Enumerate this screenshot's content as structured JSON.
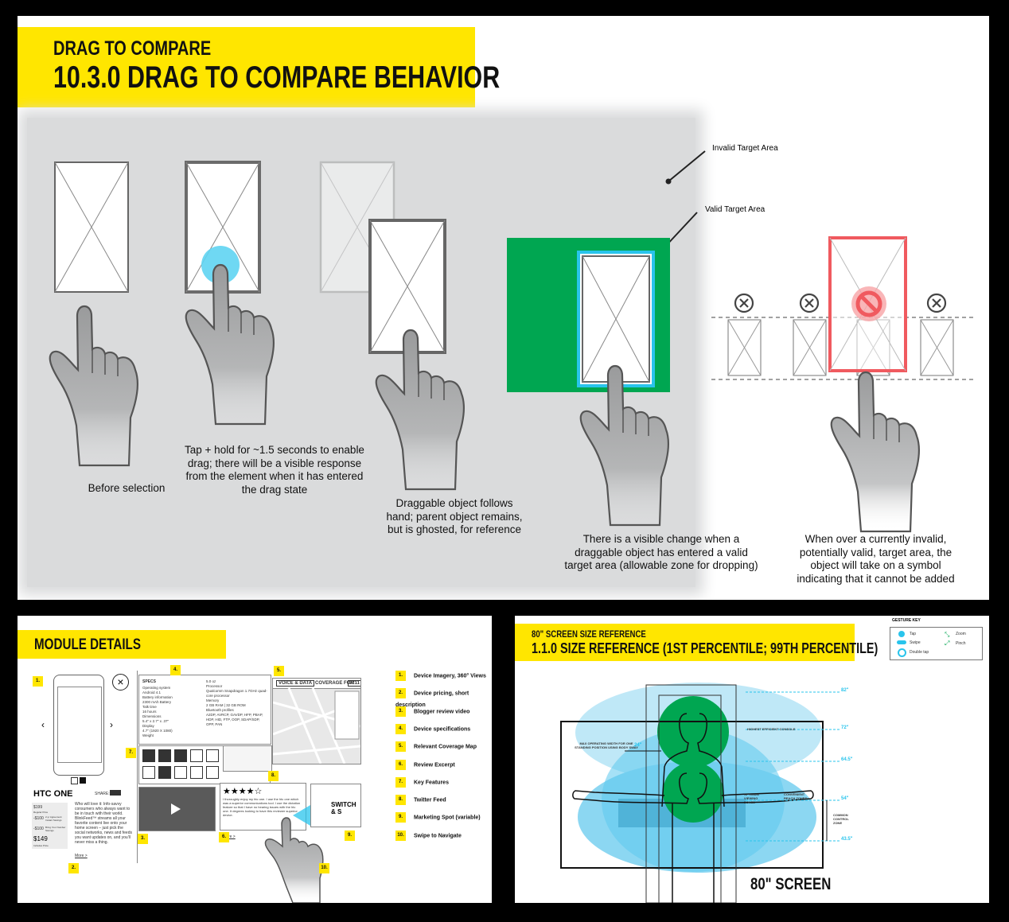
{
  "top": {
    "subtitle": "DRAG TO COMPARE",
    "title": "10.3.0  DRAG TO COMPARE BEHAVIOR",
    "callouts": {
      "invalid": "Invalid Target Area",
      "valid": "Valid Target Area"
    },
    "captions": [
      "Before selection",
      "Tap + hold for ~1.5 seconds to enable drag; there will be a visible response from the element when it has entered the drag state",
      "Draggable object follows hand; parent object remains, but is ghosted, for reference",
      "There is a visible change when a draggable object has entered a valid target area (allowable zone for dropping)",
      "When over a currently invalid, potentially valid, target area, the object will take on a symbol indicating that it cannot be added"
    ],
    "colors": {
      "accent": "#ffe600",
      "valid": "#00a651",
      "highlight": "#29c4ec",
      "invalid": "#f05a5f"
    }
  },
  "module": {
    "title": "MODULE DETAILS",
    "phone_name": "HTC ONE",
    "share_label": "SHARE:",
    "prices": [
      "$199",
      "-$100",
      "-$100",
      "$149"
    ],
    "price_notes": [
      "Regular Price",
      "2-yr Agreement Instant Savings",
      "Bring Your Number Savings",
      "Includes Price"
    ],
    "blurb": "Who will love it: Info-savvy consumers who always want to be in touch with their world. BlinkFeed™ streams all your favorite content live onto your home screen – just pick the social networks, news and feeds you want updates on, and you'll never miss a thing.",
    "more": "More >",
    "specs_header": "SPECS",
    "specs_left": [
      "Operating system",
      "Android 4.1",
      "Battery information",
      "2300 mAh Battery",
      "Talk time",
      "16 hours",
      "Dimensions",
      "5.4\" x 2.7\" x .37\"",
      "Display",
      "4.7\" (1920 X 1080)",
      "Weight"
    ],
    "specs_right": [
      "5.0 oz",
      "Processor",
      "Qualcomm Snapdragon 1.7GHz quad-core processor",
      "Memory",
      "2 GB RAM | 32 GB ROM",
      "Bluetooth profiles",
      "A2DP, AVRCP, GAVDP, HFP, PBAP, HDP, HID, FTP, OOP, SDAP/SDP, OPP, PAN"
    ],
    "coverage_tab1": "VOICE & DATA",
    "coverage_tab2": "COVERAGE FOR",
    "coverage_zip": "9211",
    "rating": "★★★★☆",
    "review_excerpt": "I thoroughly enjoy my htc one. I use the htc one which was a superior communications tool. I use the dictation feature so that I have no hearing issues with the htc one. It degrees looking to have this reviewer superior device.",
    "switch_label": "SWITCH & S",
    "legend": [
      "Device Imagery, 360° Views",
      "Device pricing, short description",
      "Blogger review video",
      "Device specifications",
      "Relevant Coverage Map",
      "Review Excerpt",
      "Key Features",
      "Twitter Feed",
      "Marketing Spot (variable)",
      "Swipe to Navigate"
    ],
    "markers": [
      "1.",
      "2.",
      "3.",
      "4.",
      "5.",
      "6.",
      "7.",
      "8.",
      "9.",
      "10."
    ]
  },
  "screen": {
    "subtitle": "80\" SCREEN SIZE REFERENCE",
    "title": "1.1.0  SIZE REFERENCE (1ST PERCENTILE; 99TH PERCENTILE)",
    "gesture_key_title": "GESTURE KEY",
    "gestures": [
      "Tap",
      "Swipe",
      "Double tap",
      "Zoom",
      "Pinch"
    ],
    "heights": [
      "82\"",
      "72\"",
      "64.5\"",
      "54\"",
      "43.5\""
    ],
    "labels": {
      "max_width": "MAX OPERATING WIDTH FOR ONE STANDING POSITION USING BODY SWAY",
      "width_value": "24\"",
      "highest": "HIGHEST EFFICIENT CONSOLE",
      "optimum": "OPTIMUM VIEWING ZONES",
      "reach": "CONVENIENT REACH ZONES",
      "common": "COMMON CONTROL ZONE",
      "screen": "80\" SCREEN"
    }
  }
}
